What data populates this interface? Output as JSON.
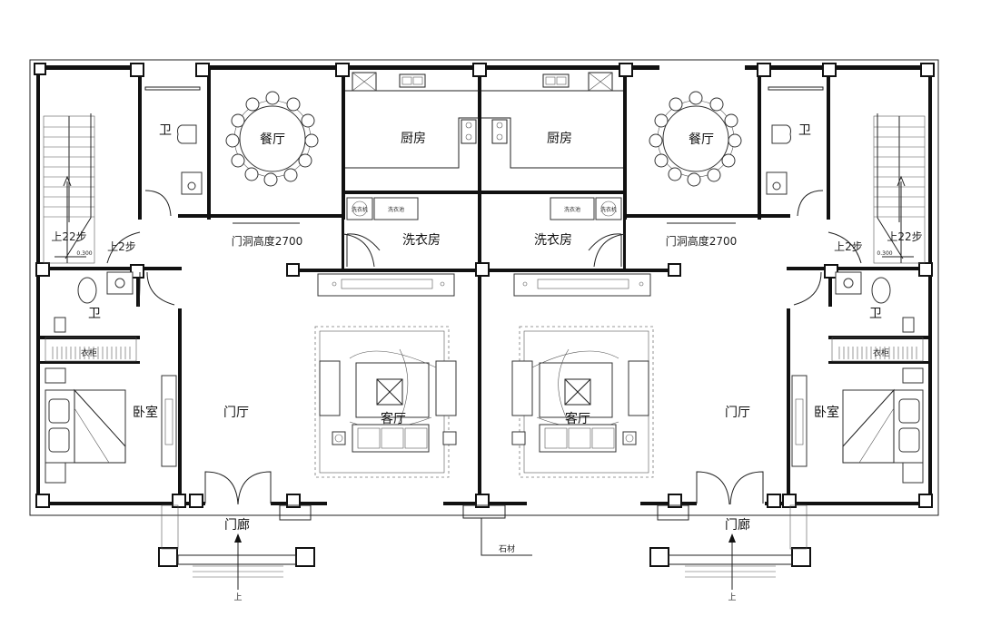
{
  "plan": {
    "rooms": {
      "bath": "卫",
      "dining": "餐厅",
      "kitchen": "厨房",
      "laundry": "洗衣房",
      "living": "客厅",
      "foyer": "门厅",
      "bedroom": "卧室",
      "porch": "门廊",
      "wardrobe": "衣柜"
    },
    "notes": {
      "door_height": "门洞高度2700",
      "stairs_22": "上22步",
      "stairs_2": "上2步",
      "step_dim": "0.300",
      "stone": "石材",
      "up": "上"
    },
    "appliances": {
      "washer": "洗衣机",
      "sink": "洗衣池"
    }
  }
}
